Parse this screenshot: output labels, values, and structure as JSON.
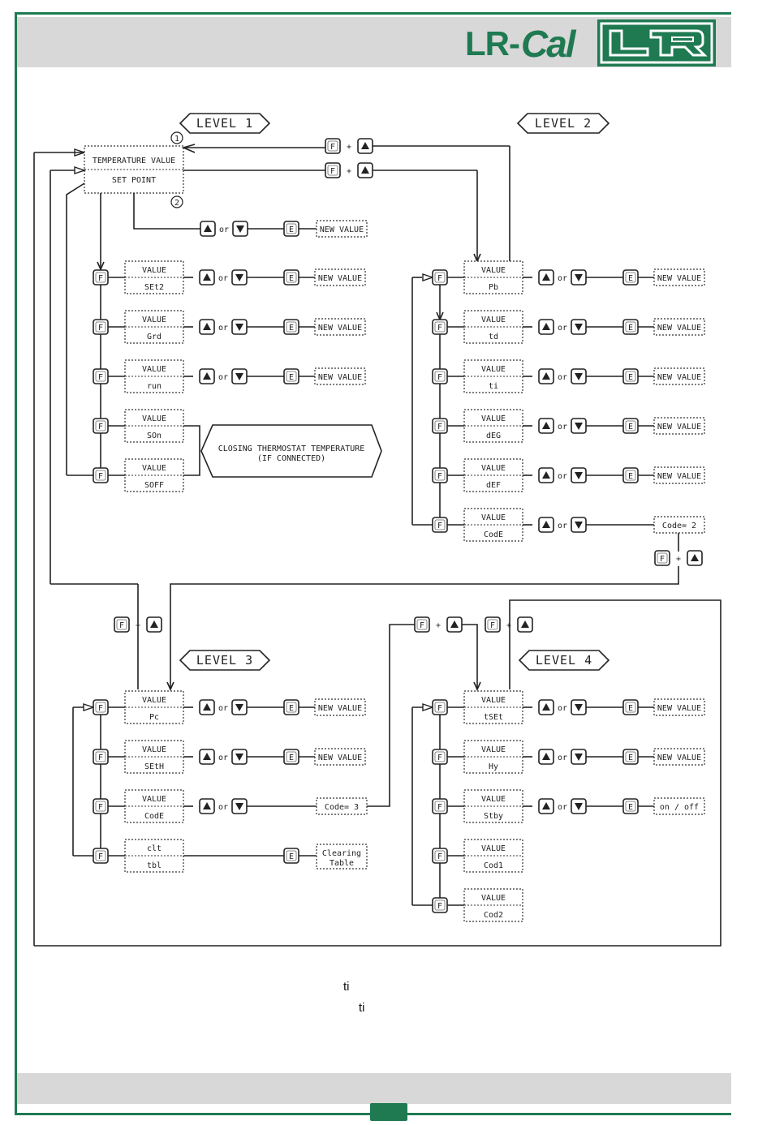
{
  "brand": {
    "name": "LR-Cal",
    "logo": "LR"
  },
  "levels": {
    "l1": "LEVEL 1",
    "l2": "LEVEL 2",
    "l3": "LEVEL 3",
    "l4": "LEVEL 4"
  },
  "top": {
    "temp": "TEMPERATURE VALUE",
    "set": "SET POINT",
    "n1": "1",
    "n2": "2"
  },
  "common": {
    "value": "VALUE",
    "new_value": "NEW VALUE",
    "or": "or",
    "plus": "+",
    "F": "F",
    "E": "E"
  },
  "level1": {
    "params": [
      "SEt2",
      "Grd",
      "run",
      "SOn",
      "SOFF"
    ]
  },
  "level2": {
    "params": [
      "Pb",
      "td",
      "ti",
      "dEG",
      "dEF",
      "CodE"
    ],
    "code": "Code= 2"
  },
  "level3": {
    "params": [
      "Pc",
      "SEtH",
      "CodE"
    ],
    "clt": "clt",
    "tbl": "tbl",
    "code": "Code= 3",
    "clearing1": "Clearing",
    "clearing2": "Table"
  },
  "level4": {
    "params": [
      "tSEt",
      "Hy",
      "Stby",
      "Cod1",
      "Cod2"
    ],
    "onoff": "on / off"
  },
  "thermostat": {
    "line1": "CLOSING THERMOSTAT TEMPERATURE",
    "line2": "(IF CONNECTED)"
  },
  "notes": {
    "line1": "ti",
    "line2": "ti"
  },
  "colors": {
    "green": "#1f7a52",
    "band": "#d8d8d8"
  }
}
